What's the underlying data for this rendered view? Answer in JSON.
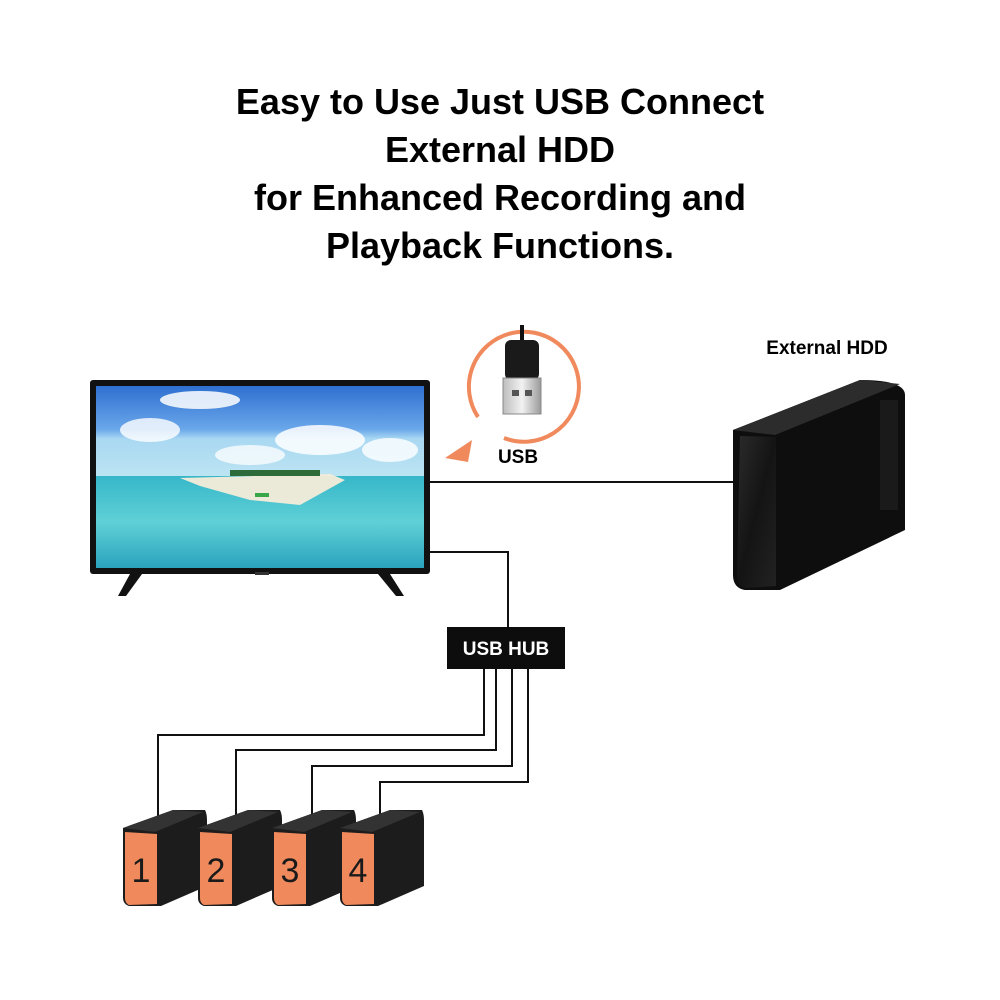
{
  "title": {
    "lines": [
      "Easy to Use Just USB Connect",
      "External HDD",
      "for Enhanced Recording and",
      "Playback Functions."
    ]
  },
  "labels": {
    "usb": "USB",
    "external_hdd": "External HDD",
    "usb_hub": "USB HUB"
  },
  "drives": [
    "1",
    "2",
    "3",
    "4"
  ],
  "colors": {
    "accent": "#f08a5d",
    "drive_body": "#1c1c1c",
    "cable": "#111111"
  }
}
